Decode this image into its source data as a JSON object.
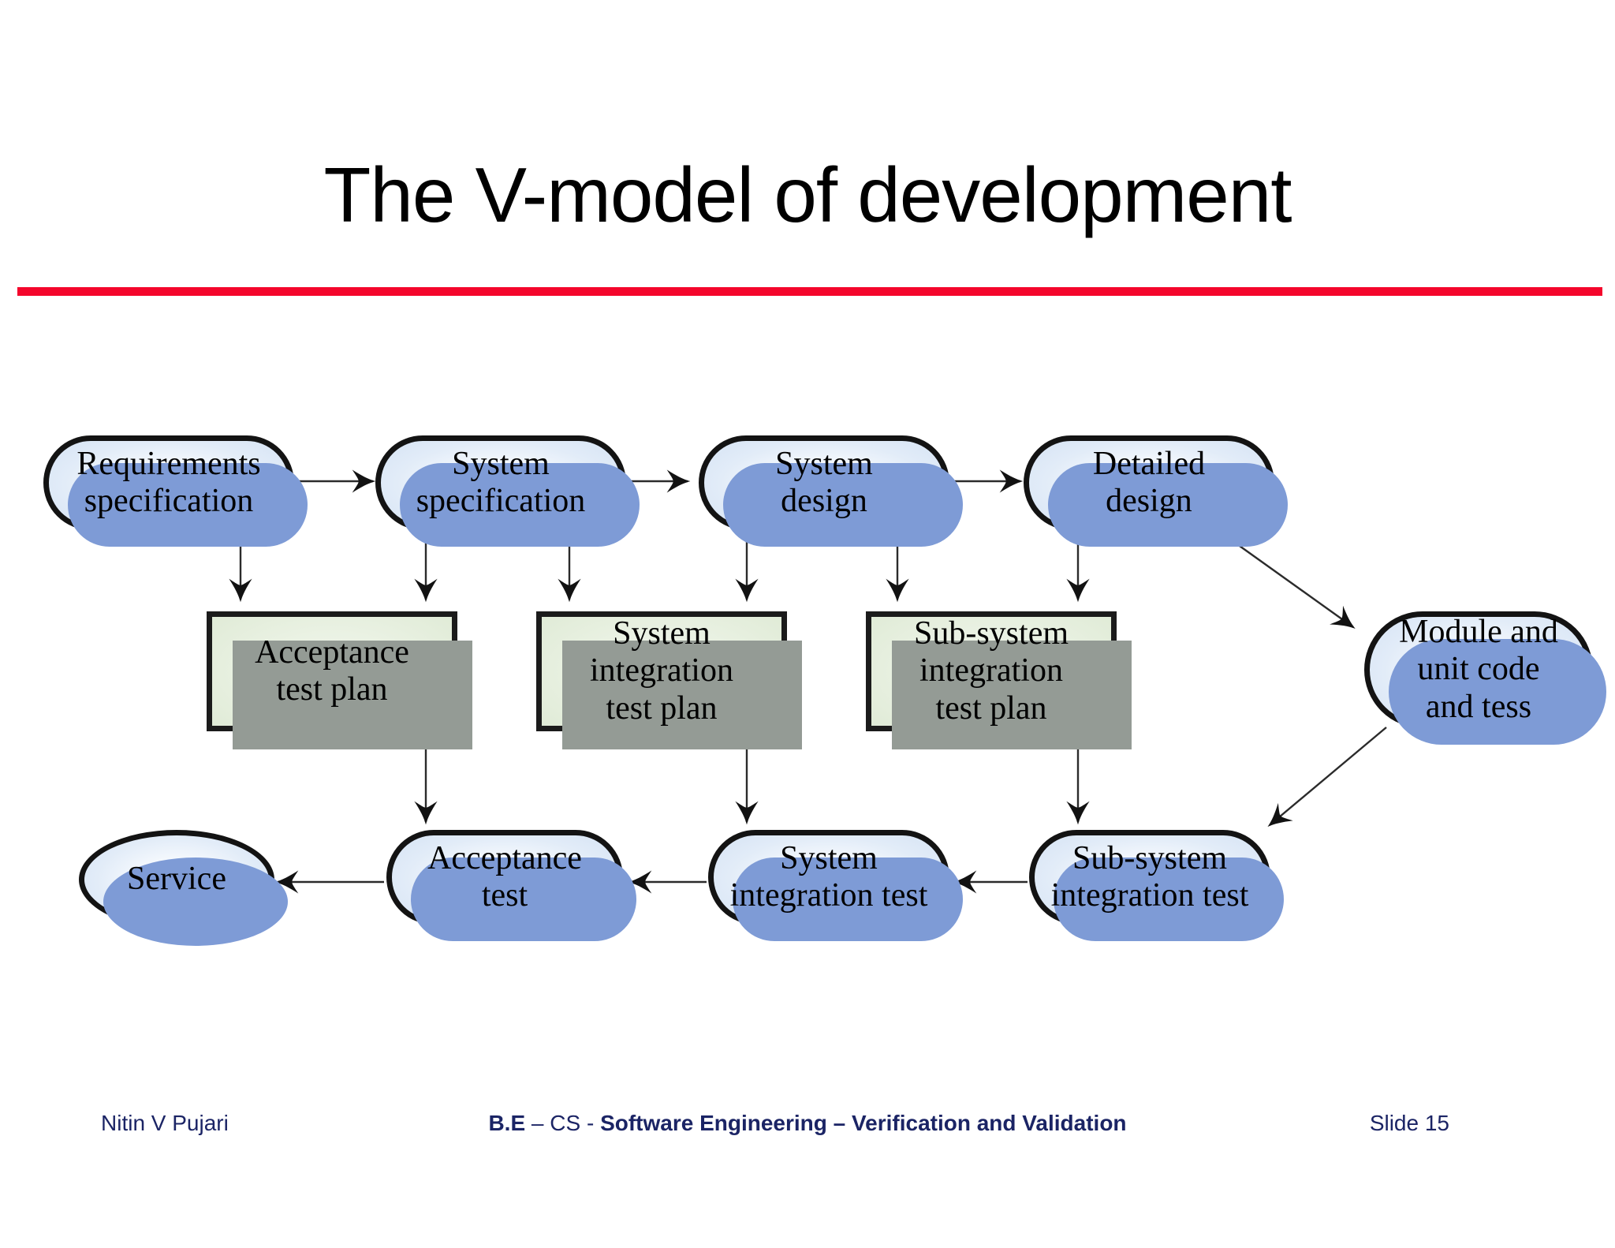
{
  "slide": {
    "title": "The V-model of development",
    "accent_color": "#f4062c",
    "footer": {
      "author": "Nitin V Pujari",
      "center_bold_1": "B.E",
      "center_plain_1": " – CS - ",
      "center_bold_2": "Software Engineering – Verification and Validation",
      "slide_label": "Slide  15"
    }
  },
  "diagram": {
    "type": "flowchart",
    "process_fill": "#e6eefa",
    "process_shadow": "#7e9bd6",
    "document_fill": "#e6efdf",
    "document_shadow": "#949b95",
    "border_color": "#131313",
    "nodes": [
      {
        "id": "req-spec",
        "label": "Requirements\nspecification",
        "shape": "stadium",
        "row": "development"
      },
      {
        "id": "sys-spec",
        "label": "System\nspecification",
        "shape": "stadium",
        "row": "development"
      },
      {
        "id": "sys-design",
        "label": "System\ndesign",
        "shape": "stadium",
        "row": "development"
      },
      {
        "id": "detailed-design",
        "label": "Detailed\ndesign",
        "shape": "stadium",
        "row": "development"
      },
      {
        "id": "acc-test-plan",
        "label": "Acceptance\ntest plan",
        "shape": "rectangle",
        "row": "test-plans"
      },
      {
        "id": "sys-int-plan",
        "label": "System\nintegration\ntest plan",
        "shape": "rectangle",
        "row": "test-plans"
      },
      {
        "id": "sub-int-plan",
        "label": "Sub-system\nintegration\ntest plan",
        "shape": "rectangle",
        "row": "test-plans"
      },
      {
        "id": "module-code",
        "label": "Module and\nunit code\nand tess",
        "shape": "stadium",
        "row": "implementation"
      },
      {
        "id": "service",
        "label": "Service",
        "shape": "ellipse",
        "row": "testing"
      },
      {
        "id": "acc-test",
        "label": "Acceptance\ntest",
        "shape": "stadium",
        "row": "testing"
      },
      {
        "id": "sys-int-test",
        "label": "System\nintegration test",
        "shape": "stadium",
        "row": "testing"
      },
      {
        "id": "sub-int-test",
        "label": "Sub-system\nintegration test",
        "shape": "stadium",
        "row": "testing"
      }
    ],
    "edges": [
      {
        "from": "req-spec",
        "to": "sys-spec"
      },
      {
        "from": "sys-spec",
        "to": "sys-design"
      },
      {
        "from": "sys-design",
        "to": "detailed-design"
      },
      {
        "from": "detailed-design",
        "to": "module-code"
      },
      {
        "from": "req-spec",
        "to": "acc-test-plan"
      },
      {
        "from": "sys-spec",
        "to": "acc-test-plan"
      },
      {
        "from": "sys-spec",
        "to": "sys-int-plan"
      },
      {
        "from": "sys-design",
        "to": "sys-int-plan"
      },
      {
        "from": "sys-design",
        "to": "sub-int-plan"
      },
      {
        "from": "detailed-design",
        "to": "sub-int-plan"
      },
      {
        "from": "acc-test-plan",
        "to": "acc-test"
      },
      {
        "from": "sys-int-plan",
        "to": "sys-int-test"
      },
      {
        "from": "sub-int-plan",
        "to": "sub-int-test"
      },
      {
        "from": "module-code",
        "to": "sub-int-test"
      },
      {
        "from": "sub-int-test",
        "to": "sys-int-test"
      },
      {
        "from": "sys-int-test",
        "to": "acc-test"
      },
      {
        "from": "acc-test",
        "to": "service"
      }
    ]
  }
}
